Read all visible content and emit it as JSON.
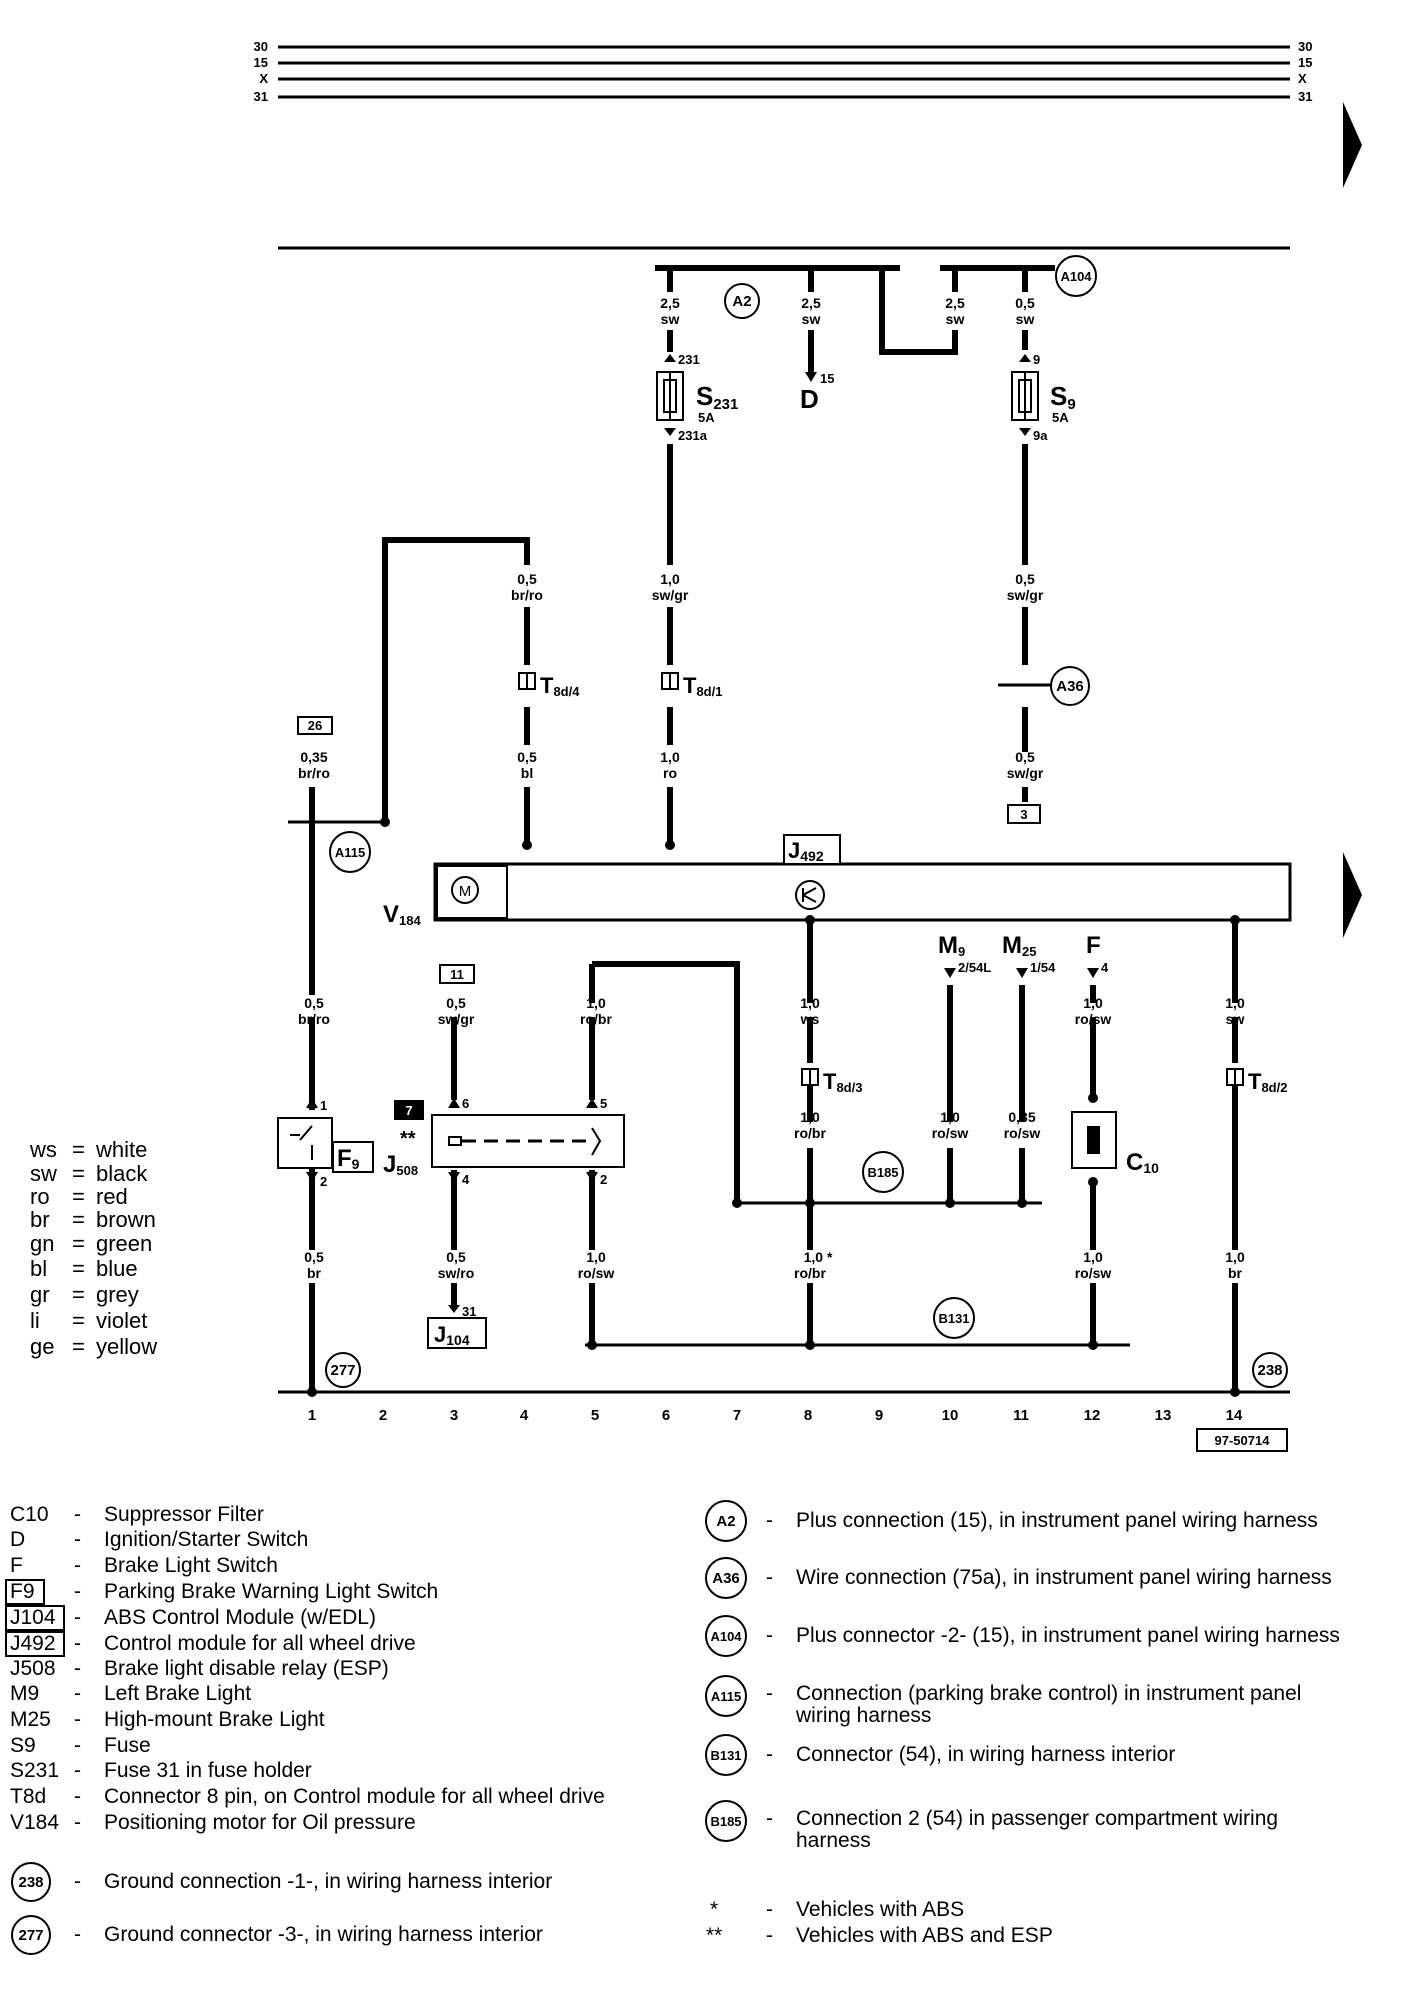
{
  "rails": [
    {
      "label": "30"
    },
    {
      "label": "15"
    },
    {
      "label": "X"
    },
    {
      "label": "31"
    }
  ],
  "diagram_id": "97-50714",
  "wires": {
    "a2_sw": {
      "size": "2,5",
      "color": "sw"
    },
    "d_sw": {
      "size": "2,5",
      "color": "sw"
    },
    "loop_sw": {
      "size": "2,5",
      "color": "sw"
    },
    "a104_sw": {
      "size": "0,5",
      "color": "sw"
    },
    "w4_top": {
      "size": "0,5",
      "color": "br/ro"
    },
    "w6_top": {
      "size": "1,0",
      "color": "sw/gr"
    },
    "w11_top": {
      "size": "0,5",
      "color": "sw/gr"
    },
    "w4_mid": {
      "size": "0,5",
      "color": "bl"
    },
    "w6_mid": {
      "size": "1,0",
      "color": "ro"
    },
    "w11_mid": {
      "size": "0,5",
      "color": "sw/gr"
    },
    "w1_top": {
      "size": "0,35",
      "color": "br/ro"
    },
    "w1_mid": {
      "size": "0,5",
      "color": "br/ro"
    },
    "w3_mid": {
      "size": "0,5",
      "color": "sw/gr"
    },
    "w5_mid": {
      "size": "1,0",
      "color": "ro/br"
    },
    "w8_mid": {
      "size": "1,0",
      "color": "ws"
    },
    "w12_mid": {
      "size": "1,0",
      "color": "ro/sw"
    },
    "w14_mid": {
      "size": "1,0",
      "color": "sw"
    },
    "w8_low": {
      "size": "1,0",
      "color": "ro/br"
    },
    "w10_low": {
      "size": "1,0",
      "color": "ro/sw"
    },
    "w11_low": {
      "size": "0,35",
      "color": "ro/sw"
    },
    "w1_bot": {
      "size": "0,5",
      "color": "br"
    },
    "w3_bot": {
      "size": "0,5",
      "color": "sw/ro"
    },
    "w5_bot": {
      "size": "1,0",
      "color": "ro/sw"
    },
    "w8_bot": {
      "size": "1,0 *",
      "color": "ro/br"
    },
    "w12_bot": {
      "size": "1,0",
      "color": "ro/sw"
    },
    "w14_bot": {
      "size": "1,0",
      "color": "br"
    }
  },
  "components": {
    "s231": {
      "name": "S",
      "sub": "231",
      "rating": "5A",
      "pin_in": "231",
      "pin_out": "231a"
    },
    "s9": {
      "name": "S",
      "sub": "9",
      "rating": "5A",
      "pin_in": "9",
      "pin_out": "9a"
    },
    "d": {
      "name": "D",
      "pin": "15"
    },
    "j492": {
      "name": "J",
      "sub": "492"
    },
    "v184": {
      "name": "V",
      "sub": "184"
    },
    "f9": {
      "name": "F",
      "sub": "9",
      "pin_a": "1",
      "pin_b": "2"
    },
    "j508": {
      "name": "J",
      "sub": "508",
      "stars": "**",
      "pin_a": "6",
      "pin_b": "4",
      "pin_c": "5",
      "pin_d": "2",
      "box": "7"
    },
    "j104": {
      "name": "J",
      "sub": "104",
      "pin": "31"
    },
    "m9": {
      "name": "M",
      "sub": "9",
      "pin": "2/54L"
    },
    "m25": {
      "name": "M",
      "sub": "25",
      "pin": "1/54"
    },
    "f": {
      "name": "F",
      "pin": "4"
    },
    "c10": {
      "name": "C",
      "sub": "10"
    },
    "t8d4": {
      "name": "T",
      "sub": "8d/4"
    },
    "t8d1": {
      "name": "T",
      "sub": "8d/1"
    },
    "t8d3": {
      "name": "T",
      "sub": "8d/3"
    },
    "t8d2": {
      "name": "T",
      "sub": "8d/2"
    },
    "box26": "26",
    "box3": "3",
    "box11": "11"
  },
  "connections": {
    "a2": "A2",
    "a104": "A104",
    "a36": "A36",
    "a115": "A115",
    "b185": "B185",
    "b131": "B131",
    "g277": "277",
    "g238": "238"
  },
  "columns": [
    "1",
    "2",
    "3",
    "4",
    "5",
    "6",
    "7",
    "8",
    "9",
    "10",
    "11",
    "12",
    "13",
    "14"
  ],
  "color_legend": [
    {
      "code": "ws",
      "name": "white"
    },
    {
      "code": "sw",
      "name": "black"
    },
    {
      "code": "ro",
      "name": "red"
    },
    {
      "code": "br",
      "name": "brown"
    },
    {
      "code": "gn",
      "name": "green"
    },
    {
      "code": "bl",
      "name": "blue"
    },
    {
      "code": "gr",
      "name": "grey"
    },
    {
      "code": "li",
      "name": "violet"
    },
    {
      "code": "ge",
      "name": "yellow"
    }
  ],
  "legend_left": [
    {
      "code": "C10",
      "desc": "Suppressor Filter"
    },
    {
      "code": "D",
      "desc": "Ignition/Starter Switch"
    },
    {
      "code": "F",
      "desc": "Brake Light Switch"
    },
    {
      "code": "F9",
      "desc": "Parking Brake Warning Light Switch"
    },
    {
      "code": "J104",
      "desc": "ABS Control Module (w/EDL)"
    },
    {
      "code": "J492",
      "desc": "Control module for all wheel drive"
    },
    {
      "code": "J508",
      "desc": "Brake light disable relay (ESP)"
    },
    {
      "code": "M9",
      "desc": "Left Brake Light"
    },
    {
      "code": "M25",
      "desc": "High-mount Brake Light"
    },
    {
      "code": "S9",
      "desc": "Fuse"
    },
    {
      "code": "S231",
      "desc": "Fuse 31 in fuse holder"
    },
    {
      "code": "T8d",
      "desc": "Connector 8 pin, on Control module for all wheel drive"
    },
    {
      "code": "V184",
      "desc": "Positioning motor for Oil pressure"
    }
  ],
  "legend_grounds": [
    {
      "code": "238",
      "desc": "Ground connection -1-, in wiring harness interior"
    },
    {
      "code": "277",
      "desc": "Ground connector -3-, in wiring harness interior"
    }
  ],
  "legend_right": [
    {
      "code": "A2",
      "desc": "Plus connection (15), in instrument panel wiring harness"
    },
    {
      "code": "A36",
      "desc": "Wire connection (75a), in instrument panel wiring harness"
    },
    {
      "code": "A104",
      "desc": "Plus connector -2- (15), in instrument panel wiring harness"
    },
    {
      "code": "A115",
      "desc": "Connection (parking brake control) in instrument panel",
      "desc2": "wiring harness"
    },
    {
      "code": "B131",
      "desc": "Connector (54), in wiring harness interior"
    },
    {
      "code": "B185",
      "desc": "Connection 2 (54) in passenger compartment wiring",
      "desc2": "harness"
    }
  ],
  "legend_notes": [
    {
      "mark": "*",
      "desc": "Vehicles with ABS"
    },
    {
      "mark": "**",
      "desc": "Vehicles with ABS and ESP"
    }
  ],
  "dash": "-"
}
